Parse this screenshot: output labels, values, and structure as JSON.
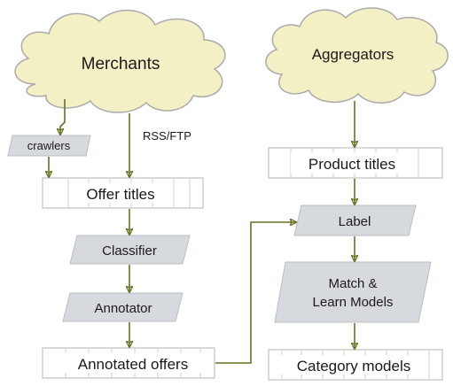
{
  "clouds": {
    "merchants": "Merchants",
    "aggregators": "Aggregators"
  },
  "processes": {
    "crawlers": "crawlers",
    "classifier": "Classifier",
    "annotator": "Annotator",
    "label": "Label",
    "match_line1": "Match &",
    "match_line2": "Learn Models"
  },
  "stores": {
    "offer_titles": "Offer titles",
    "annotated_offers": "Annotated offers",
    "product_titles": "Product titles",
    "category_models": "Category models"
  },
  "edge_labels": {
    "rss_ftp": "RSS/FTP"
  },
  "colors": {
    "cloud_fill": "#f4f0c6",
    "cloud_stroke": "#aaaaaa",
    "process_fill": "#d6dadf",
    "arrow": "#6b6f26",
    "store_stroke": "#b5b5b5"
  }
}
